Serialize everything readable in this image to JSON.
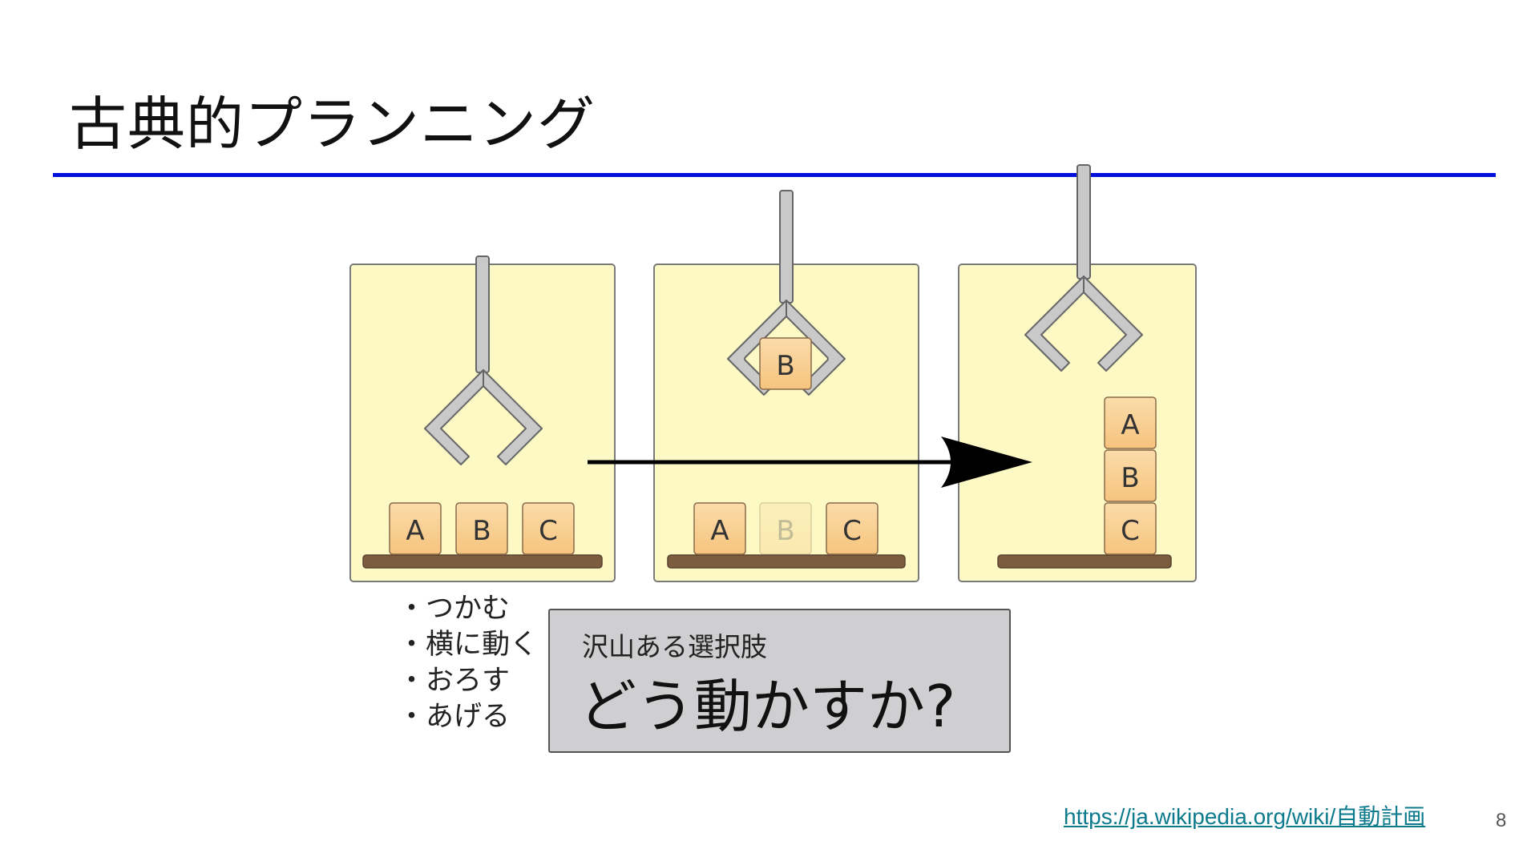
{
  "slide": {
    "title": "古典的プランニング",
    "page_number": "8",
    "source_link": "https://ja.wikipedia.org/wiki/自動計画"
  },
  "diagram": {
    "panels": [
      {
        "blocks": [
          "A",
          "B",
          "C"
        ],
        "held": ""
      },
      {
        "blocks": [
          "A",
          "B",
          "C"
        ],
        "held": "B",
        "faded": "B"
      },
      {
        "stack": [
          "A",
          "B",
          "C"
        ],
        "held": ""
      }
    ]
  },
  "actions": {
    "items": [
      "つかむ",
      "横に動く",
      "おろす",
      "あげる"
    ]
  },
  "question": {
    "subtitle": "沢山ある選択肢",
    "main": "どう動かすか?"
  },
  "colors": {
    "accent_rule": "#0010d8",
    "panel_fill": "#fdf9c4",
    "block_fill": "#f9cf96",
    "shelf": "#7b5c3e",
    "gripper": "#c9c9c9",
    "link": "#0a7a8c",
    "question_box": "#cfcfd1"
  }
}
